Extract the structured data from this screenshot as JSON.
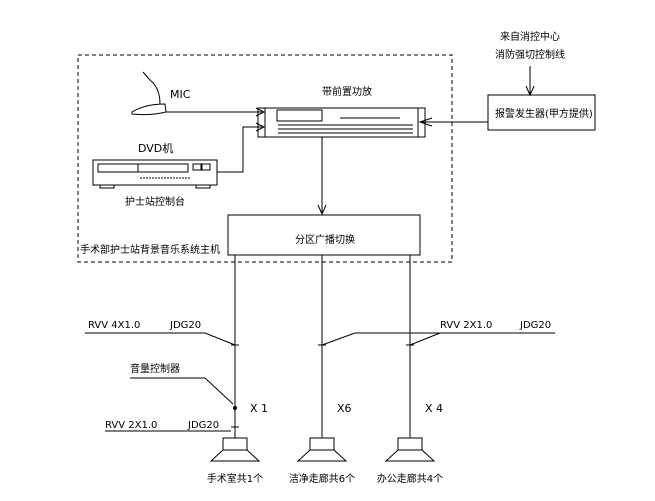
{
  "source": {
    "line1": "来自消控中心",
    "line2": "消防强切控制线"
  },
  "alarm_box": {
    "label": "报警发生器(甲方提供)"
  },
  "mic": {
    "label": "MIC"
  },
  "amplifier": {
    "label": "带前置功放"
  },
  "dvd": {
    "label": "DVD机"
  },
  "console": {
    "label": "护士站控制台"
  },
  "zone_switch": {
    "label": "分区广播切换"
  },
  "host": {
    "label": "手术部护士站背景音乐系统主机"
  },
  "cables": {
    "left_top": {
      "cable": "RVV 4X1.0",
      "conduit": "JDG20"
    },
    "right_top": {
      "cable": "RVV 2X1.0",
      "conduit": "JDG20"
    },
    "left_bottom": {
      "cable": "RVV 2X1.0",
      "conduit": "JDG20"
    }
  },
  "volume_controller": {
    "label": "音量控制器"
  },
  "speakers": [
    {
      "count": "X 1",
      "label": "手术室共1个"
    },
    {
      "count": "X6",
      "label": "洁净走廊共6个"
    },
    {
      "count": "X 4",
      "label": "办公走廊共4个"
    }
  ]
}
